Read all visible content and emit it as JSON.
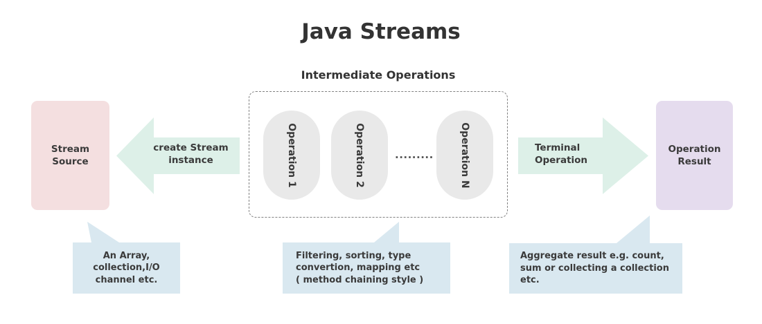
{
  "title": "Java Streams",
  "section": {
    "intermediate_title": "Intermediate Operations"
  },
  "nodes": {
    "stream_source": "Stream\nSource",
    "operation_result": "Operation\nResult"
  },
  "arrows": {
    "create": "create Stream\ninstance",
    "terminal": "Terminal\nOperation"
  },
  "operations": {
    "items": [
      {
        "label": "Operation 1"
      },
      {
        "label": "Operation 2"
      },
      {
        "label": "Operation N"
      }
    ],
    "ellipsis": "........."
  },
  "callouts": {
    "source": "An Array,\ncollection,I/O\nchannel etc.",
    "intermediate": "Filtering, sorting, type\nconvertion, mapping etc\n( method chaining style )",
    "terminal": "Aggregate result e.g. count,\nsum or collecting a collection\netc."
  },
  "colors": {
    "background": "#ffffff",
    "title_text": "#333333",
    "body_text": "#3a3a3a",
    "source_box": "#f4dfe0",
    "result_box": "#e5dcee",
    "arrow_mint": "#ddf0e8",
    "pill_gray": "#e9e9e9",
    "callout_blue": "#d9e8f0",
    "dashed_border": "#808080"
  }
}
